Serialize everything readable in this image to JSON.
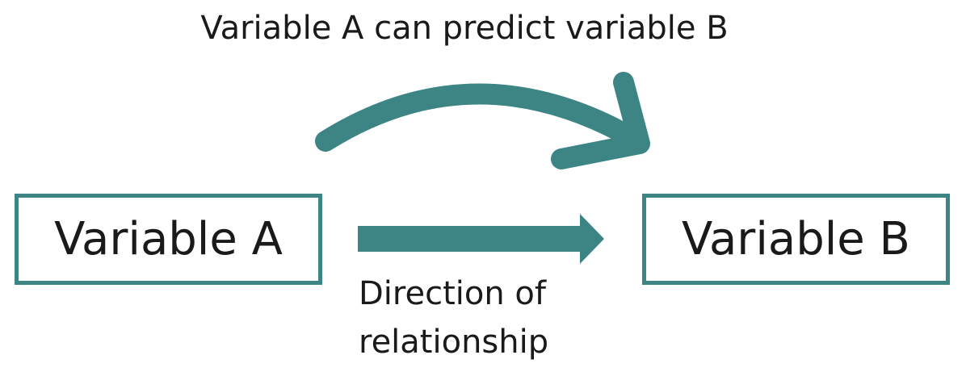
{
  "caption": "Variable A can predict variable B",
  "box_a": {
    "label": "Variable A"
  },
  "box_b": {
    "label": "Variable B"
  },
  "direction": {
    "line1": "Direction of",
    "line2": "relationship"
  },
  "colors": {
    "accent": "#3d8585",
    "text": "#1a1a1a",
    "background": "#ffffff"
  },
  "icons": {
    "curved_arrow": "curved-arrow-icon",
    "straight_arrow": "right-arrow-icon"
  }
}
